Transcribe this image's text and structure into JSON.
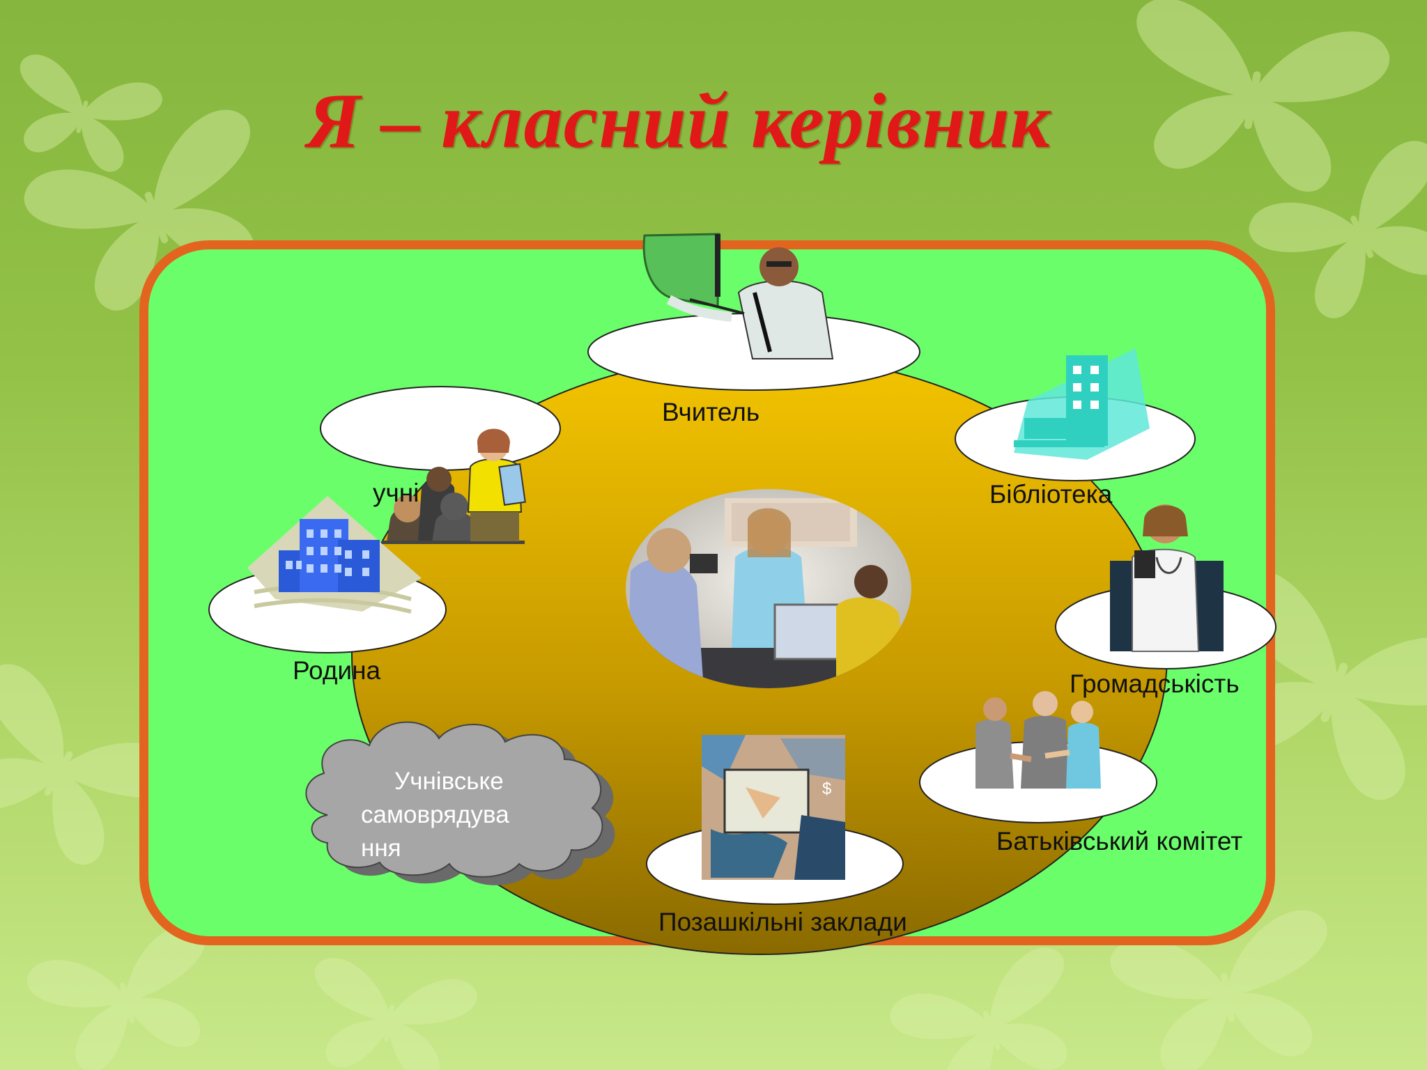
{
  "slide": {
    "title": "Я – класний керівник"
  },
  "diagram": {
    "center": "photo-classroom",
    "nodes": [
      {
        "id": "teacher",
        "label": "Вчитель",
        "icon": "teacher-at-board-icon"
      },
      {
        "id": "library",
        "label": "Бібліотека",
        "icon": "building-icon"
      },
      {
        "id": "community",
        "label": "Громадськість",
        "icon": "doctor-icon"
      },
      {
        "id": "parents",
        "label": "Батьківський комітет",
        "icon": "handshake-people-icon"
      },
      {
        "id": "extracurricular",
        "label": "Позашкільні заклади",
        "icon": "abstract-computer-icon"
      },
      {
        "id": "self-government",
        "label_lines": [
          "Учнівське",
          "самоврядува",
          "ння"
        ],
        "shape": "cloud"
      },
      {
        "id": "family",
        "label": "Родина",
        "icon": "city-buildings-icon"
      },
      {
        "id": "students",
        "label": "учні",
        "icon": "teacher-with-students-icon"
      }
    ]
  },
  "colors": {
    "title": "#e01818",
    "panel_fill": "#6aff6a",
    "panel_border": "#e2641e",
    "ring_top": "#f3c400",
    "ring_bottom": "#8a6a00",
    "ellipse_fill": "#ffffff",
    "cloud_fill": "#a6a6a6"
  }
}
